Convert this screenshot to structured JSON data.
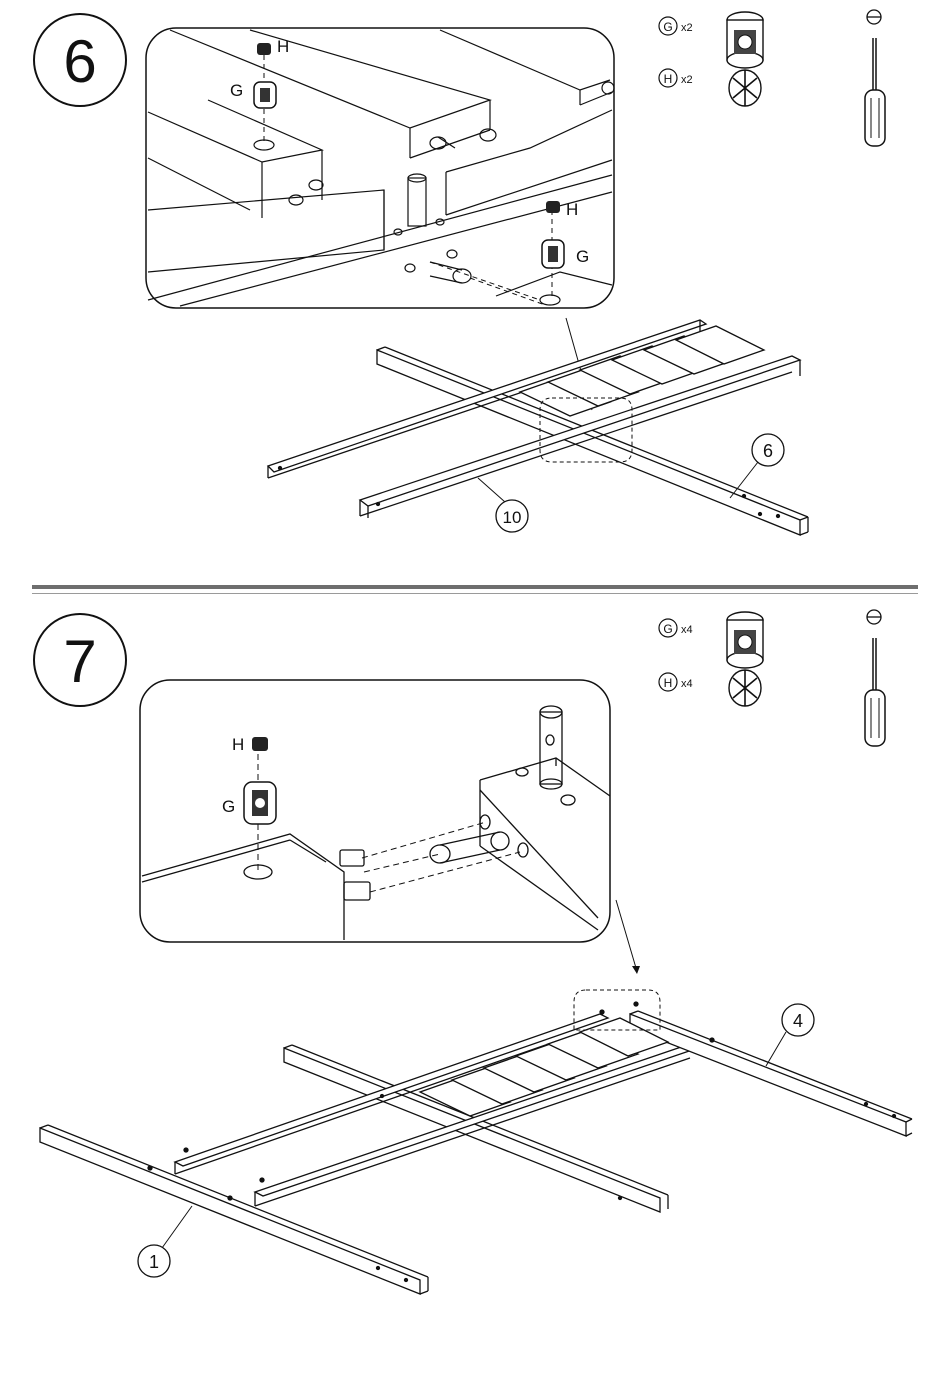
{
  "steps": [
    {
      "number": "6",
      "hardware": [
        {
          "code": "G",
          "qty": "x2"
        },
        {
          "code": "H",
          "qty": "x2"
        }
      ],
      "callouts": {
        "h1": "H",
        "g1": "G",
        "h2": "H",
        "g2": "G"
      },
      "parts": [
        "6",
        "10"
      ],
      "tool": "screwdriver-icon"
    },
    {
      "number": "7",
      "hardware": [
        {
          "code": "G",
          "qty": "x4"
        },
        {
          "code": "H",
          "qty": "x4"
        }
      ],
      "callouts": {
        "h1": "H",
        "g1": "G"
      },
      "parts": [
        "4",
        "1"
      ],
      "tool": "screwdriver-icon"
    }
  ],
  "colors": {
    "line": "#111111",
    "divider": "#6e6e6e"
  }
}
